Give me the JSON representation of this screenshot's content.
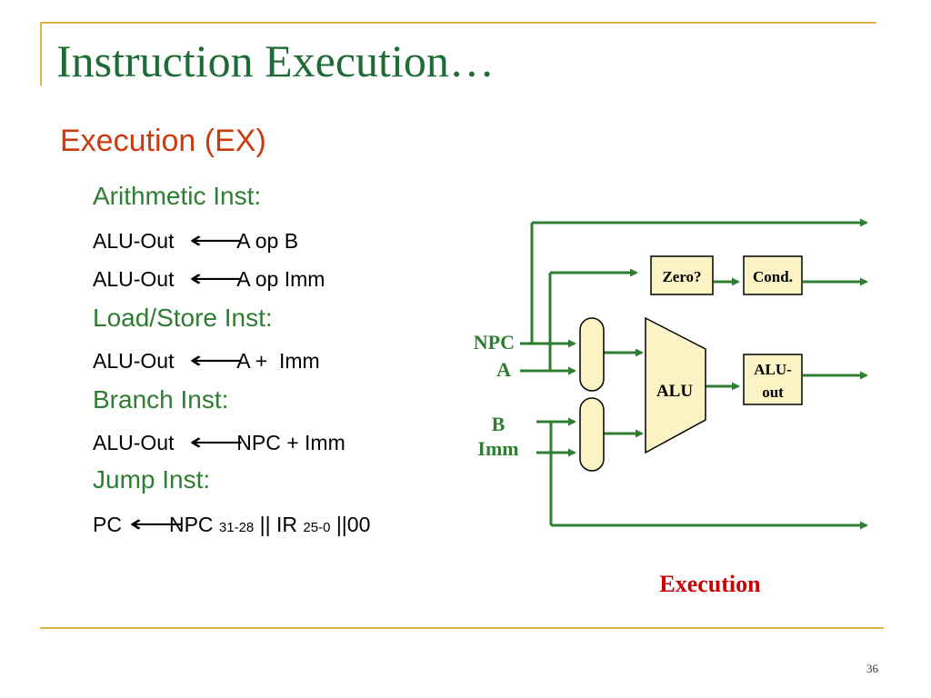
{
  "title": "Instruction Execution…",
  "subtitle": "Execution (EX)",
  "sections": [
    {
      "heading": "Arithmetic Inst:",
      "rules": [
        {
          "lhs": "ALU-Out",
          "arrow": "⟵",
          "rhs": "A op B"
        },
        {
          "lhs": "ALU-Out",
          "arrow": "⟵",
          "rhs": "A op Imm"
        }
      ]
    },
    {
      "heading": "Load/Store Inst:",
      "rules": [
        {
          "lhs": "ALU-Out",
          "arrow": "⟵",
          "rhs": "A +  Imm"
        }
      ]
    },
    {
      "heading": "Branch Inst:",
      "rules": [
        {
          "lhs": "ALU-Out",
          "arrow": "⟵",
          "rhs": "NPC + Imm"
        }
      ]
    },
    {
      "heading": "Jump Inst:",
      "rules": []
    }
  ],
  "jump_rule": {
    "lhs": "PC",
    "arrow": "⟵",
    "part1": "NPC ",
    "sub1": "31-28",
    "part2": " || IR ",
    "sub2": "25-0",
    "part3": " ||00"
  },
  "diagram": {
    "labels": {
      "npc": "NPC",
      "a": "A",
      "b": "B",
      "imm": "Imm",
      "zero": "Zero?",
      "cond": "Cond.",
      "alu": "ALU",
      "alu_out_1": "ALU-",
      "alu_out_2": "out"
    },
    "caption": "Execution",
    "colors": {
      "wire": "#2e7d32",
      "box_fill": "#fbf3c4",
      "caption": "#cc0000",
      "input_label": "#2e7d32"
    }
  },
  "page_number": "36"
}
